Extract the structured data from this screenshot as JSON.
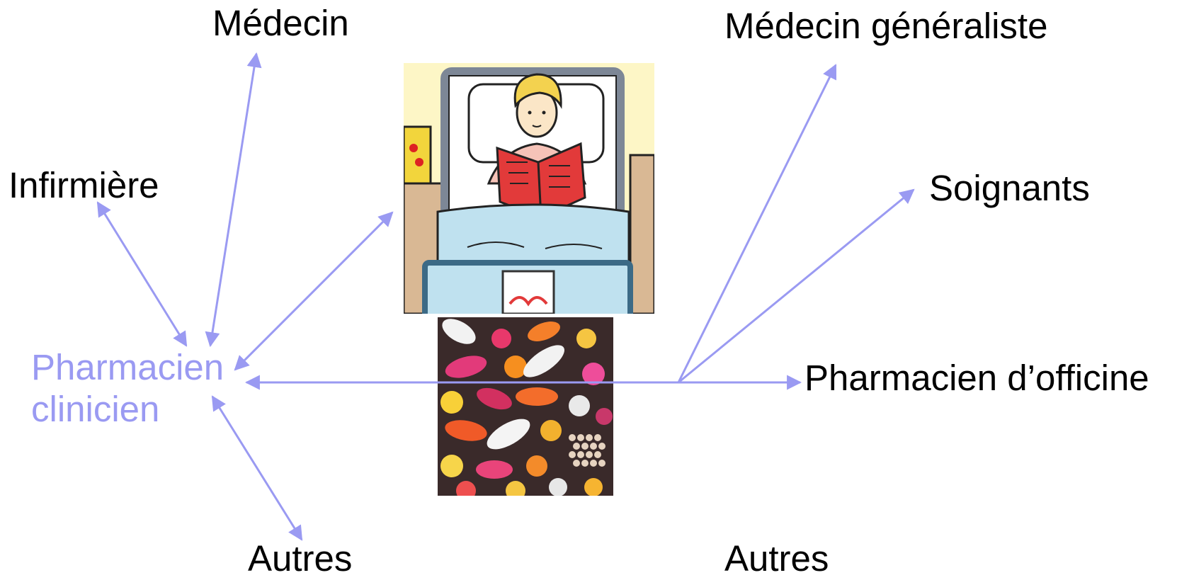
{
  "labels": {
    "medecin": "Médecin",
    "infirmiere": "Infirmière",
    "pharmacien_line1": "Pharmacien",
    "pharmacien_line2": "clinicien",
    "autres_left": "Autres",
    "medecin_generaliste": "Médecin généraliste",
    "soignants": "Soignants",
    "pharmacien_officine": "Pharmacien d’officine",
    "autres_right": "Autres"
  },
  "colors": {
    "arrow": "#9a9af2",
    "accent_text": "#9a9af2",
    "text": "#000000"
  },
  "images": {
    "patient": "patient-in-bed-illustration",
    "pills": "pills-photo"
  }
}
